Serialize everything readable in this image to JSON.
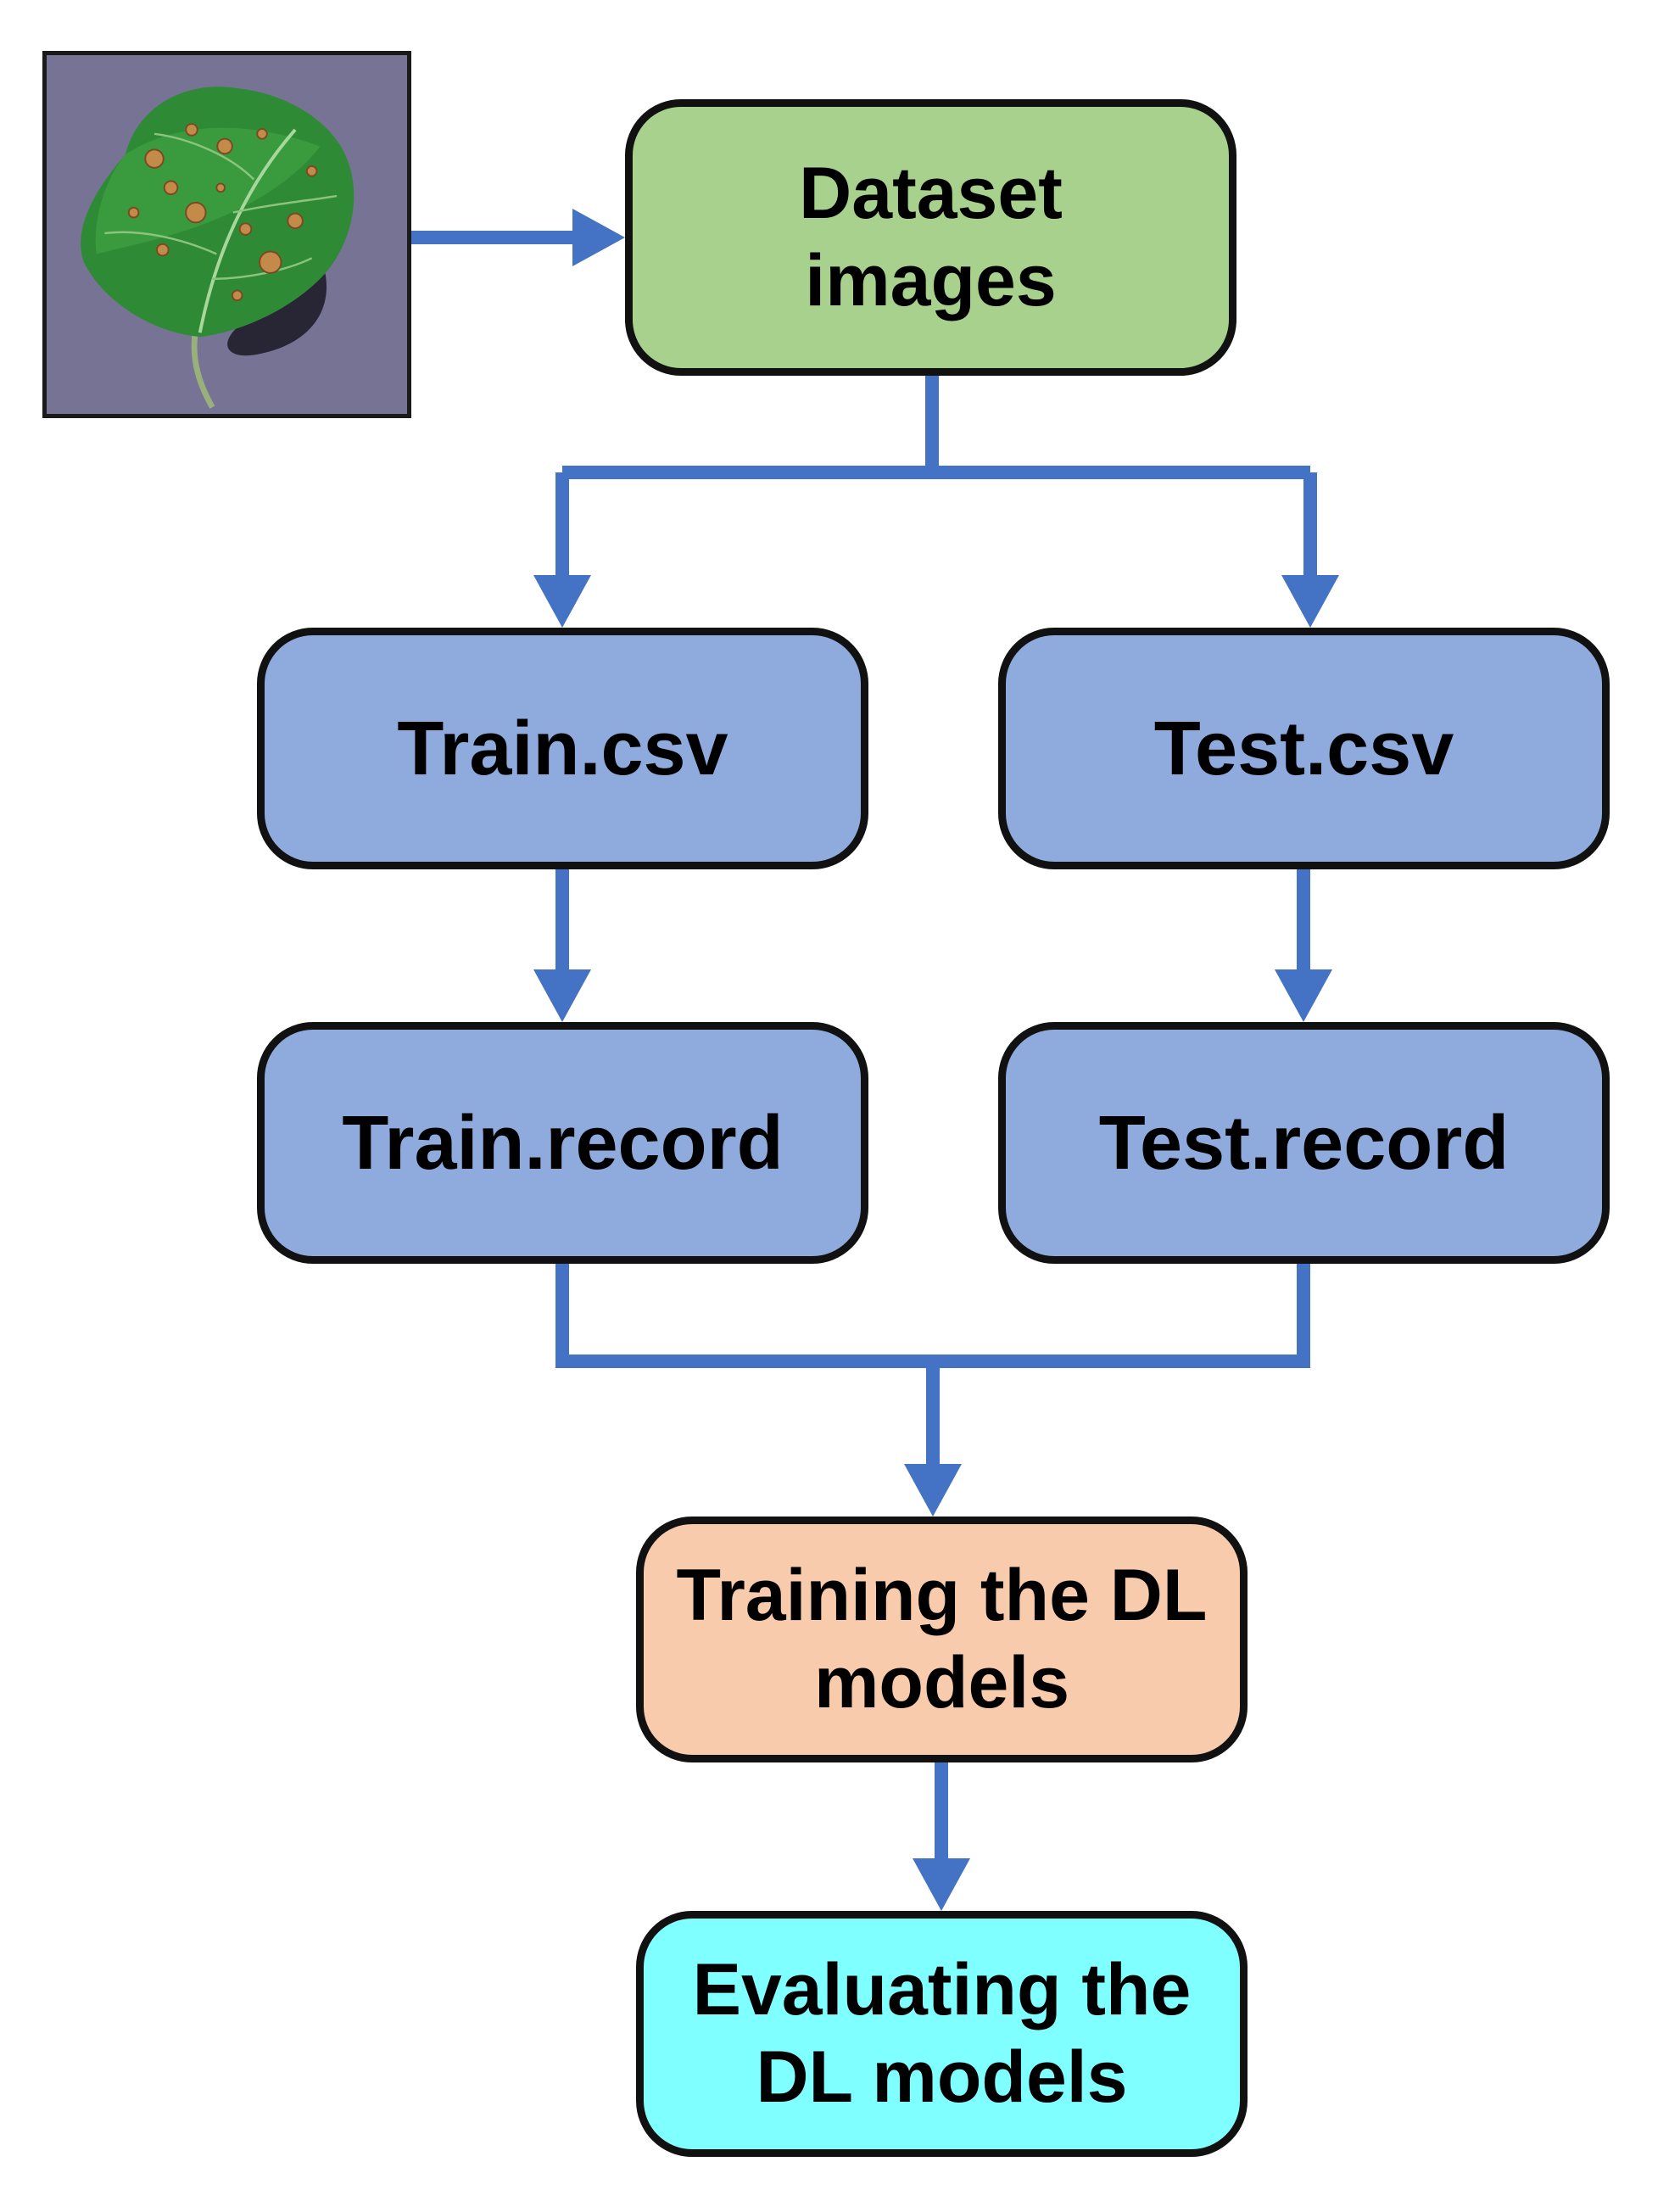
{
  "colors": {
    "arrow": "#4472C4",
    "border": "#111111",
    "dataset_fill": "#A9D18E",
    "csv_record_fill": "#8FAADC",
    "training_fill": "#F8CBAD",
    "evaluating_fill": "#7FFFFF"
  },
  "image": {
    "icon": "diseased-leaf-photo"
  },
  "nodes": {
    "dataset_images": "Dataset\nimages",
    "train_csv": "Train.csv",
    "test_csv": "Test.csv",
    "train_record": "Train.record",
    "test_record": "Test.record",
    "training_models": "Training the DL\nmodels",
    "evaluating_models": "Evaluating the\nDL models"
  },
  "edges": [
    {
      "from": "leaf_image",
      "to": "dataset_images"
    },
    {
      "from": "dataset_images",
      "to": "train_csv"
    },
    {
      "from": "dataset_images",
      "to": "test_csv"
    },
    {
      "from": "train_csv",
      "to": "train_record"
    },
    {
      "from": "test_csv",
      "to": "test_record"
    },
    {
      "from": "train_record",
      "to": "training_models"
    },
    {
      "from": "test_record",
      "to": "training_models"
    },
    {
      "from": "training_models",
      "to": "evaluating_models"
    }
  ]
}
